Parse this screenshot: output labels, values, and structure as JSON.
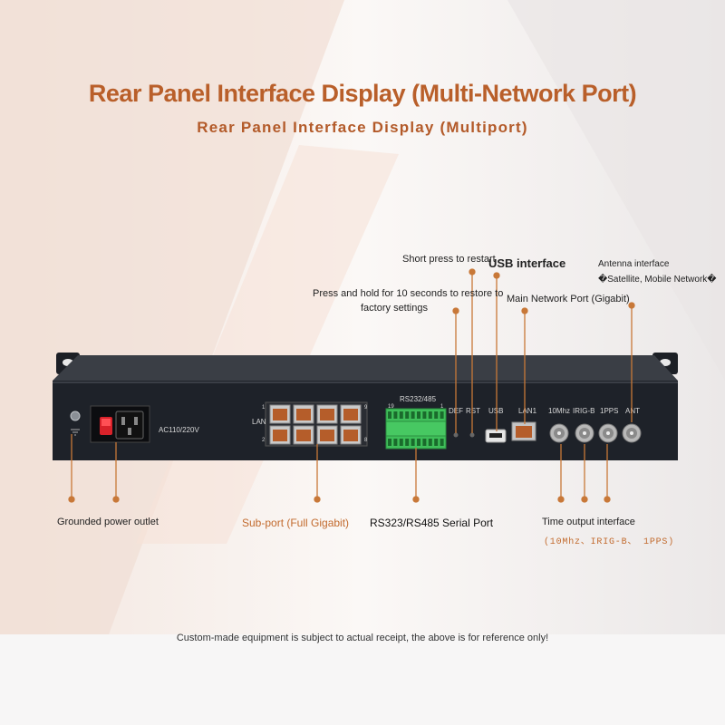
{
  "title": "Rear Panel Interface Display (Multi-Network Port)",
  "subtitle": "Rear Panel Interface Display (Multiport)",
  "callouts": {
    "short_press": "Short press to restart",
    "usb": "USB interface",
    "antenna_line1": "Antenna interface",
    "antenna_line2": "�Satellite, Mobile Network�",
    "press_hold_line1": "Press and hold for 10 seconds to restore to",
    "press_hold_line2": "factory settings",
    "main_port": "Main Network Port (Gigabit)",
    "grounded": "Grounded power outlet",
    "subport": "Sub-port (Full Gigabit)",
    "serial": "RS323/RS485 Serial Port",
    "time_output": "Time output interface",
    "time_output_detail": "(10Mhz、IRIG-B、 1PPS)"
  },
  "device": {
    "power_label": "AC110/220V",
    "lan_label": "LAN",
    "serial_label": "RS232/485",
    "serial_pin_left": "19",
    "serial_pin_right": "1",
    "port_labels": [
      "DEF",
      "RST",
      "USB",
      "LAN1",
      "10Mhz",
      "IRIG-B",
      "1PPS",
      "ANT"
    ],
    "lan_row_numbers": [
      "1",
      "2",
      "9",
      "8"
    ]
  },
  "footnote": "Custom-made equipment is subject to actual receipt, the above is for reference only!",
  "colors": {
    "accent": "#b95f2a",
    "callout_line": "#c87838",
    "device_body": "#1e2229",
    "terminal_green": "#3fbf5a",
    "power_switch": "#d8222a"
  }
}
